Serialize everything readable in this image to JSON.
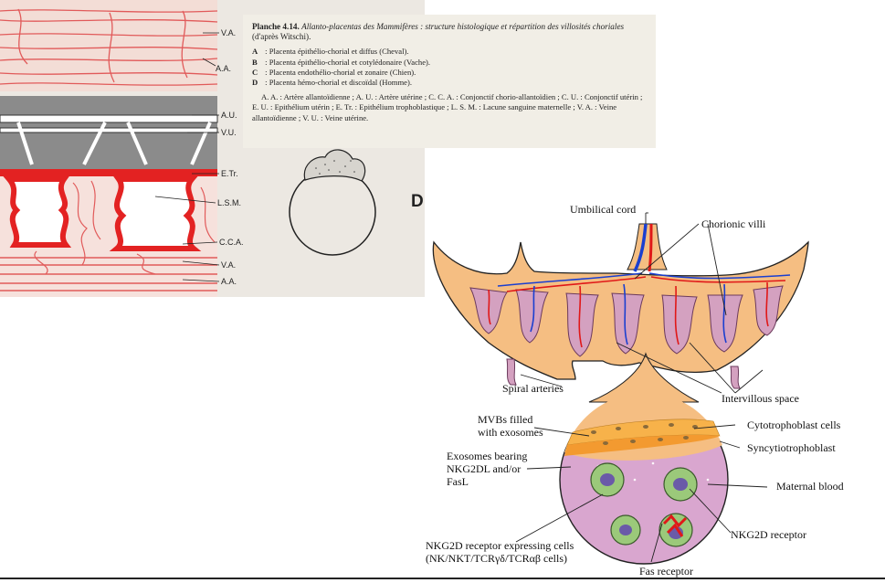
{
  "left_figure": {
    "plate_title": "Planche 4.14.",
    "plate_title_italic": "Allanto-placentas des Mammifères : structure histologique et répartition des villosités choriales",
    "plate_source": "(d'après Witschi).",
    "items": [
      {
        "letter": "A",
        "text": ": Placenta épithélio-chorial et diffus (Cheval)."
      },
      {
        "letter": "B",
        "text": ": Placenta épithélio-chorial et cotylédonaire (Vache)."
      },
      {
        "letter": "C",
        "text": ": Placenta endothélio-chorial et zonaire (Chien)."
      },
      {
        "letter": "D",
        "text": ": Placenta hémo-chorial et discoïdal (Homme)."
      }
    ],
    "abbreviations": "A. A. : Artère allantoïdienne ; A. U. : Artère utérine ; C. C. A. : Conjonctif chorio-allantoïdien ; C. U. : Conjonctif utérin ; E. U. : Epithélium utérin ; E. Tr. : Epithélium trophoblastique ; L. S. M. : Lacune sanguine maternelle ; V. A. : Veine allantoïdienne ; V. U. : Veine utérine.",
    "section_labels": [
      "V.A.",
      "A.A.",
      "A.U.",
      "V.U.",
      "E.Tr.",
      "L.S.M.",
      "C.C.A.",
      "V.A.",
      "A.A."
    ],
    "panel_letter": "D"
  },
  "right_figure": {
    "labels": {
      "umbilical_cord": "Umbilical cord",
      "chorionic_villi": "Chorionic villi",
      "spiral_arteries": "Spiral arteries",
      "intervillous_space": "Intervillous space",
      "mvbs_line1": "MVBs filled",
      "mvbs_line2": "with exosomes",
      "cytotrophoblast": "Cytotrophoblast cells",
      "syncytiotrophoblast": "Syncytiotrophoblast",
      "exosomes_line1": "Exosomes bearing",
      "exosomes_line2": "NKG2DL and/or",
      "exosomes_line3": "FasL",
      "maternal_blood": "Maternal blood",
      "nkg2d_receptor": "NKG2D receptor",
      "nkg2d_cells_line1": "NKG2D receptor expressing cells",
      "nkg2d_cells_line2": "(NK/NKT/TCRγδ/TCRαβ cells)",
      "fas_receptor": "Fas receptor"
    },
    "colors": {
      "placenta": "#f5be82",
      "villi_fill": "#d4a1c0",
      "artery": "#e01818",
      "vein": "#1a3fd0",
      "cytotrophoblast": "#f7b24a",
      "maternal_blood": "#d9a6cf",
      "cell_green": "#9bc97a",
      "nucleus": "#6a5aa8"
    }
  }
}
